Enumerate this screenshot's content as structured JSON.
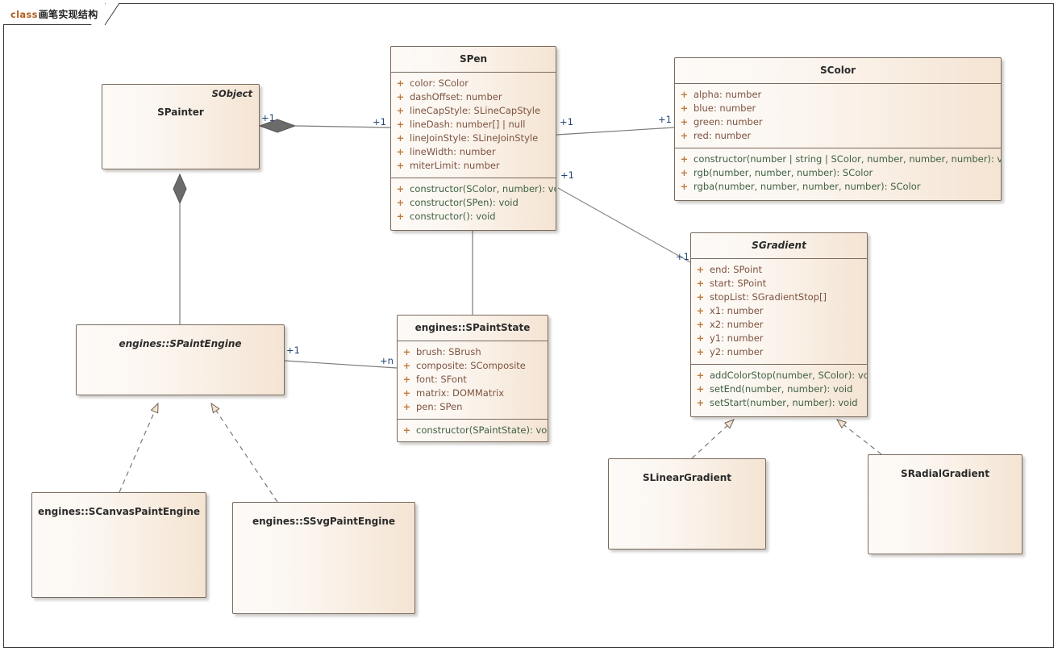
{
  "diagram": {
    "frame_keyword": "class",
    "frame_title": "画笔实现结构"
  },
  "classes": {
    "spainter": {
      "name": "SPainter",
      "stereotype": "SObject"
    },
    "spen": {
      "name": "SPen",
      "attributes": [
        "color: SColor",
        "dashOffset: number",
        "lineCapStyle: SLineCapStyle",
        "lineDash: number[] | null",
        "lineJoinStyle: SLineJoinStyle",
        "lineWidth: number",
        "miterLimit: number"
      ],
      "operations": [
        "constructor(SColor, number): void",
        "constructor(SPen): void",
        "constructor(): void"
      ]
    },
    "scolor": {
      "name": "SColor",
      "attributes": [
        "alpha: number",
        "blue: number",
        "green: number",
        "red: number"
      ],
      "operations": [
        "constructor(number | string | SColor, number, number, number): void",
        "rgb(number, number, number): SColor",
        "rgba(number, number, number, number): SColor"
      ]
    },
    "sgradient": {
      "name": "SGradient",
      "attributes": [
        "end: SPoint",
        "start: SPoint",
        "stopList: SGradientStop[]",
        "x1: number",
        "x2: number",
        "y1: number",
        "y2: number"
      ],
      "operations": [
        "addColorStop(number, SColor): void",
        "setEnd(number, number): void",
        "setStart(number, number): void"
      ]
    },
    "spaintengine": {
      "name": "engines::SPaintEngine"
    },
    "spaintstate": {
      "name": "engines::SPaintState",
      "attributes": [
        "brush: SBrush",
        "composite: SComposite",
        "font: SFont",
        "matrix: DOMMatrix",
        "pen: SPen"
      ],
      "operations": [
        "constructor(SPaintState): void"
      ]
    },
    "scanvaspaintengine": {
      "name": "engines::SCanvasPaintEngine"
    },
    "ssvgpaintengine": {
      "name": "engines::SSvgPaintEngine"
    },
    "slineargradient": {
      "name": "SLinearGradient"
    },
    "sradialgradient": {
      "name": "SRadialGradient"
    }
  },
  "multiplicities": {
    "painter_pen_source": "+1",
    "painter_pen_target": "+1",
    "pen_color_source": "+1",
    "pen_color_target": "+1",
    "pen_gradient_source": "+1",
    "pen_gradient_target": "+1",
    "engine_state_source": "+1",
    "engine_state_target": "+n"
  },
  "colors": {
    "box_fill_light": "#fdfaf7",
    "box_fill_dark": "#f4e4d3",
    "box_border": "#7a6a5c",
    "attribute_text": "#7d5340",
    "operation_text": "#3f6042",
    "visibility_marker": "#c07a3a",
    "multiplicity_text": "#20447a",
    "keyword_text": "#b35f1e"
  }
}
